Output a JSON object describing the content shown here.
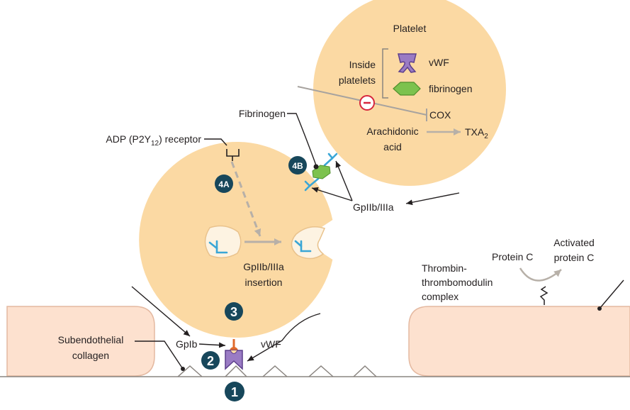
{
  "colors": {
    "platelet_fill": "#fbd9a3",
    "endothelium_fill": "#fde1cf",
    "endothelium_stroke": "#e4b9a1",
    "badge_fill": "#17475b",
    "receptor_blue": "#3aa6d6",
    "vwf_purple": "#9a7bc4",
    "fibrinogen_green": "#7cc24e",
    "inhibit_red": "#d7263d",
    "gray_arrow": "#b7b0a8",
    "leader_line": "#231f20"
  },
  "icons": [
    "vwf-icon",
    "fibrinogen-icon",
    "gpiib-iiia-receptor-icon",
    "adp-receptor-icon",
    "inhibition-icon",
    "squiggle-icon"
  ],
  "labels": {
    "platelet_title": "Platelet",
    "inside_platelets_1": "Inside",
    "inside_platelets_2": "platelets",
    "legend_vwf": "vWF",
    "legend_fibrinogen": "fibrinogen",
    "cox": "COX",
    "arachidonic_1": "Arachidonic",
    "arachidonic_2": "acid",
    "txa": "TXA",
    "txa_sub": "2",
    "fibrinogen": "Fibrinogen",
    "adp_prefix": "ADP (P2Y",
    "adp_sub": "12",
    "adp_suffix": ") receptor",
    "gpiib_iiia": "GpIIb/IIIa",
    "gpiib_insertion_1": "GpIIb/IIIa",
    "gpiib_insertion_2": "insertion",
    "gpib": "GpIb",
    "vwf": "vWF",
    "subendothelial_1": "Subendothelial",
    "subendothelial_2": "collagen",
    "thrombin_1": "Thrombin-",
    "thrombin_2": "thrombomodulin",
    "thrombin_3": "complex",
    "protein_c": "Protein C",
    "activated_1": "Activated",
    "activated_2": "protein C",
    "minus": "−"
  },
  "badges": {
    "b1": "1",
    "b2": "2",
    "b3": "3",
    "b4a": "4A",
    "b4b": "4B"
  }
}
